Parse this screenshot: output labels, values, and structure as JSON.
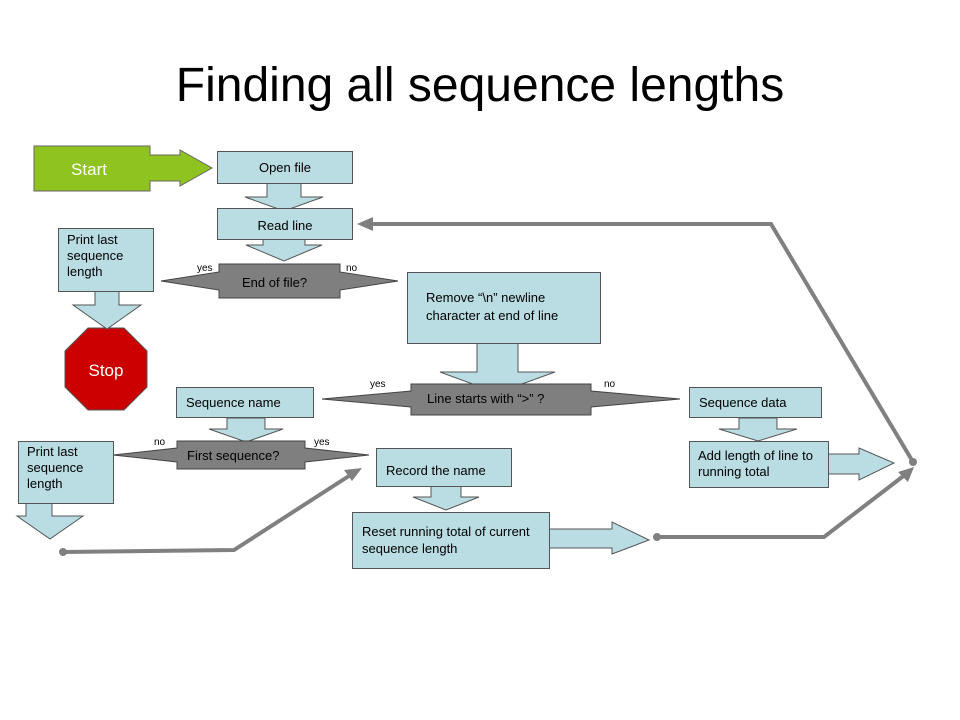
{
  "title": "Finding all sequence lengths",
  "nodes": {
    "start": "Start",
    "open_file": "Open file",
    "read_line": "Read line",
    "end_of_file": "End of file?",
    "print_last_top": "Print last sequence length",
    "stop": "Stop",
    "remove_newline": "Remove “\\n” newline character at end of line",
    "line_starts": "Line starts with “>” ?",
    "sequence_name": "Sequence name",
    "sequence_data": "Sequence data",
    "first_sequence": "First sequence?",
    "print_last_bottom": "Print last sequence length",
    "record_name": "Record the name",
    "add_length": "Add length of line to running total",
    "reset_total": "Reset running total of current sequence length"
  },
  "branch_labels": {
    "eof_yes": "yes",
    "eof_no": "no",
    "starts_yes": "yes",
    "starts_no": "no",
    "first_no": "no",
    "first_yes": "yes"
  },
  "colors": {
    "box_fill": "#b9dde2",
    "decision_fill": "#7f7f7f",
    "start_fill": "#8fc31f",
    "stop_fill": "#cc0000",
    "connector": "#808080"
  }
}
